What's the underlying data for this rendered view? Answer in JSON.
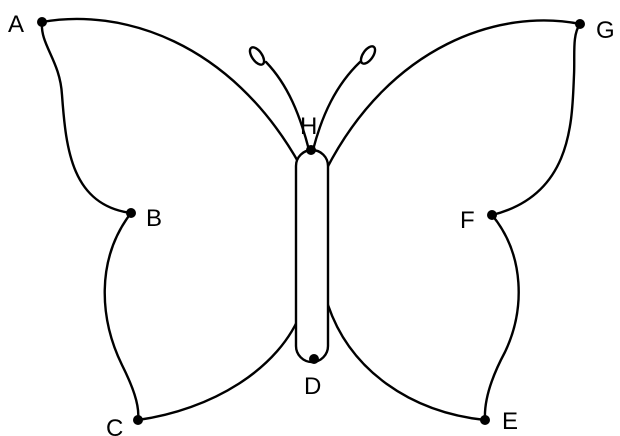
{
  "diagram": {
    "points": {
      "A": "A",
      "B": "B",
      "C": "C",
      "D": "D",
      "E": "E",
      "F": "F",
      "G": "G",
      "H": "H"
    }
  }
}
